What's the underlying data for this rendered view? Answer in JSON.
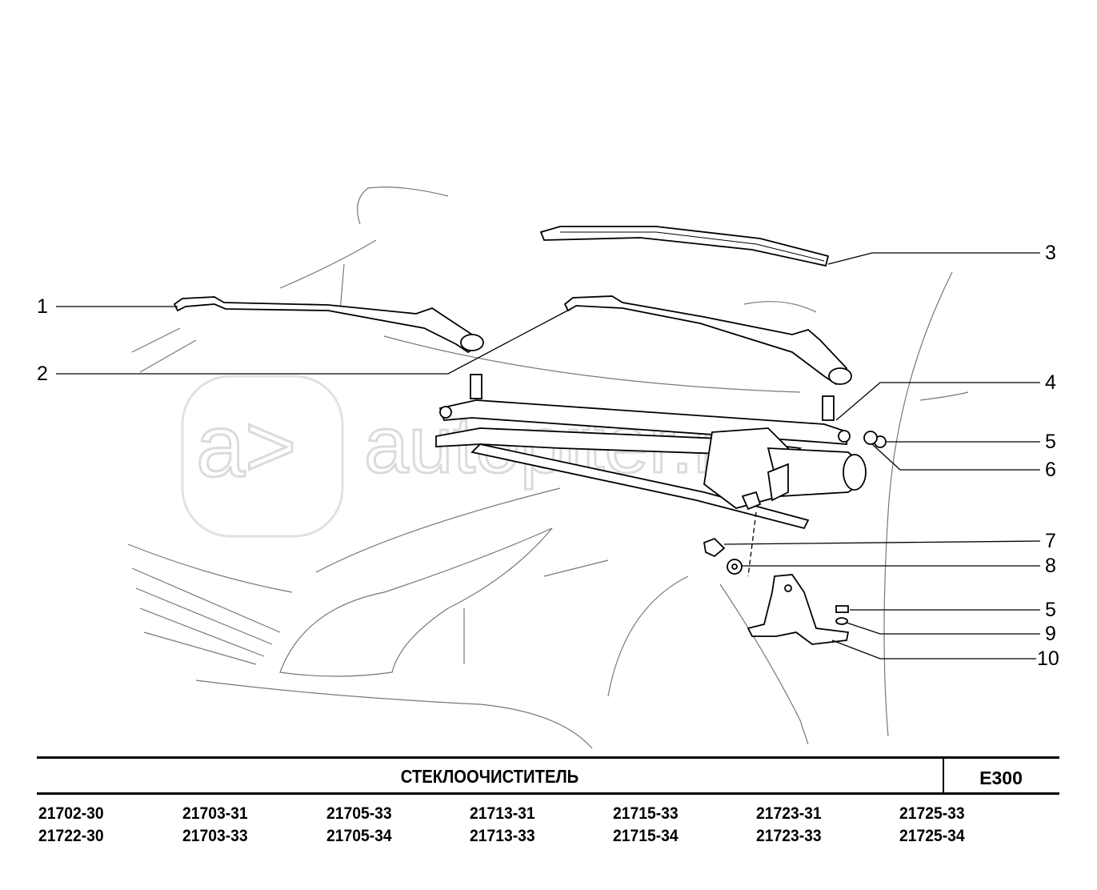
{
  "watermark": "autopiter.ru",
  "callouts": [
    "1",
    "2",
    "3",
    "4",
    "5",
    "6",
    "7",
    "8",
    "5",
    "9",
    "10"
  ],
  "footer": {
    "title": "СТЕКЛООЧИСТИТЕЛЬ",
    "code": "E300",
    "models": [
      [
        "21702-30",
        "21722-30"
      ],
      [
        "21703-31",
        "21703-33"
      ],
      [
        "21705-33",
        "21705-34"
      ],
      [
        "21713-31",
        "21713-33"
      ],
      [
        "21715-33",
        "21715-34"
      ],
      [
        "21723-31",
        "21723-33"
      ],
      [
        "21725-33",
        "21725-34"
      ]
    ]
  }
}
